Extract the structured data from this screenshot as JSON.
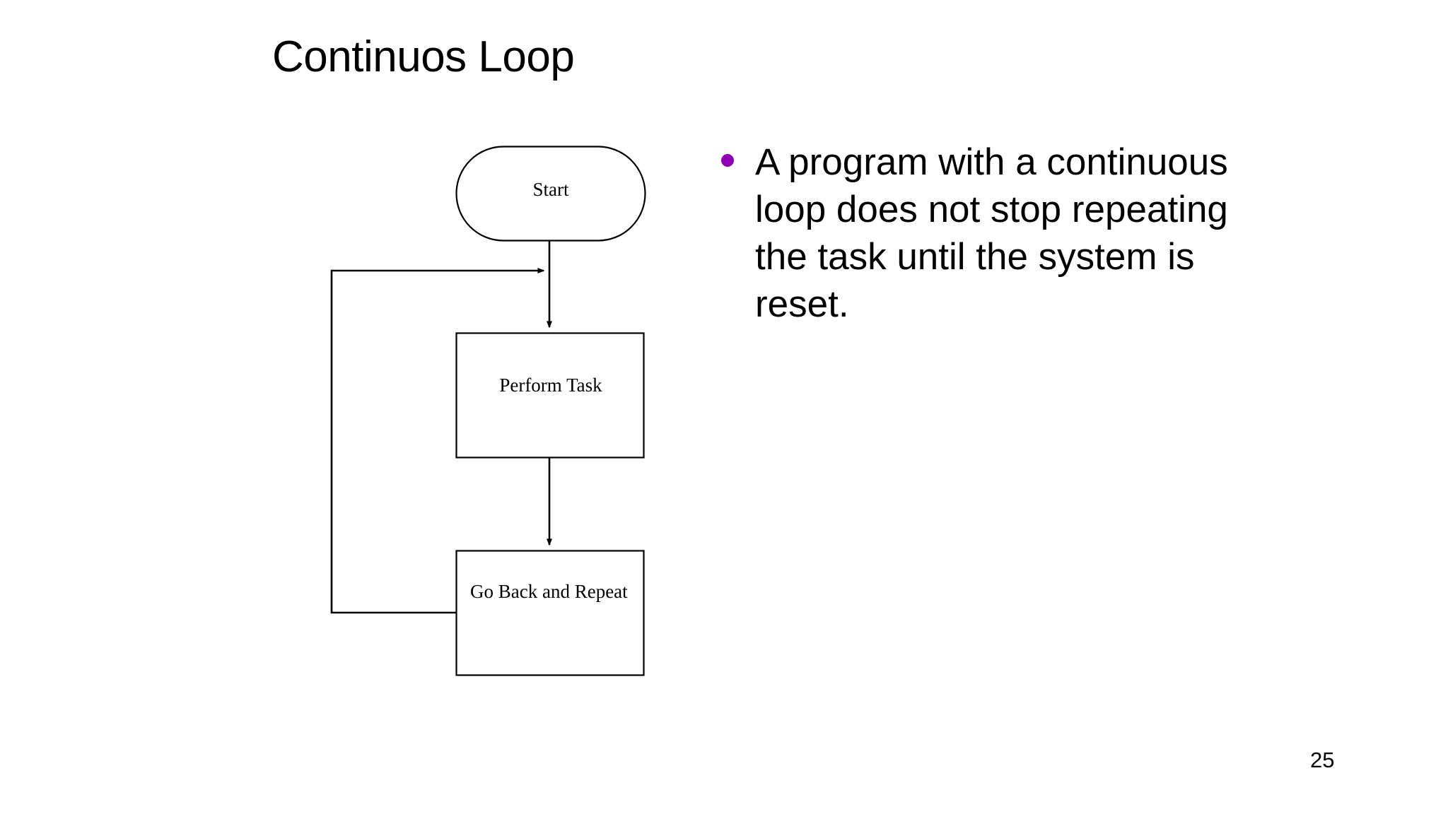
{
  "slide": {
    "title": "Continuos Loop",
    "page_number": "25",
    "background_color": "#FFFFFF"
  },
  "flowchart": {
    "nodes": [
      {
        "id": "start",
        "label": "Start",
        "shape": "terminator"
      },
      {
        "id": "perform",
        "label": "Perform Task",
        "shape": "process"
      },
      {
        "id": "goback",
        "label": "Go Back and Repeat",
        "shape": "process"
      }
    ],
    "edges": [
      {
        "from": "start",
        "to": "perform",
        "type": "arrow-down"
      },
      {
        "from": "perform",
        "to": "goback",
        "type": "arrow-down"
      },
      {
        "from": "goback",
        "to": "perform",
        "type": "loop-back-left-arrow"
      }
    ],
    "line_color": "#000000",
    "fill_color": "#FFFFFF"
  },
  "body": {
    "bullets": [
      {
        "marker_color": "#8F00B3",
        "text": "A program with a continuous loop does not stop repeating the task until the system is reset."
      }
    ]
  }
}
